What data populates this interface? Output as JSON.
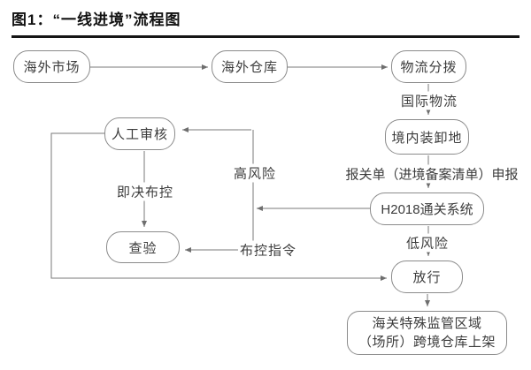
{
  "figure": {
    "title": "图1：“一线进境”流程图"
  },
  "flowchart": {
    "nodes": {
      "overseas_market": "海外市场",
      "overseas_warehouse": "海外仓库",
      "logistics_distribution": "物流分拨",
      "domestic_unloading": "境内装卸地",
      "h2018_system": "H2018通关系统",
      "release": "放行",
      "customs_warehouse_line1": "海关特殊监管区域",
      "customs_warehouse_line2": "（场所）跨境仓库上架",
      "manual_review": "人工审核",
      "inspection": "查验"
    },
    "edge_labels": {
      "international_logistics": "国际物流",
      "declaration": "报关单（进境备案清单）申报",
      "low_risk": "低风险",
      "high_risk": "高风险",
      "immediate_control": "即决布控",
      "control_command": "布控指令"
    },
    "colors": {
      "line": "#7a7a7a",
      "node_border": "#8b8b8b",
      "text": "#3c3c3c",
      "title_rule": "#151515",
      "background": "#ffffff"
    }
  }
}
